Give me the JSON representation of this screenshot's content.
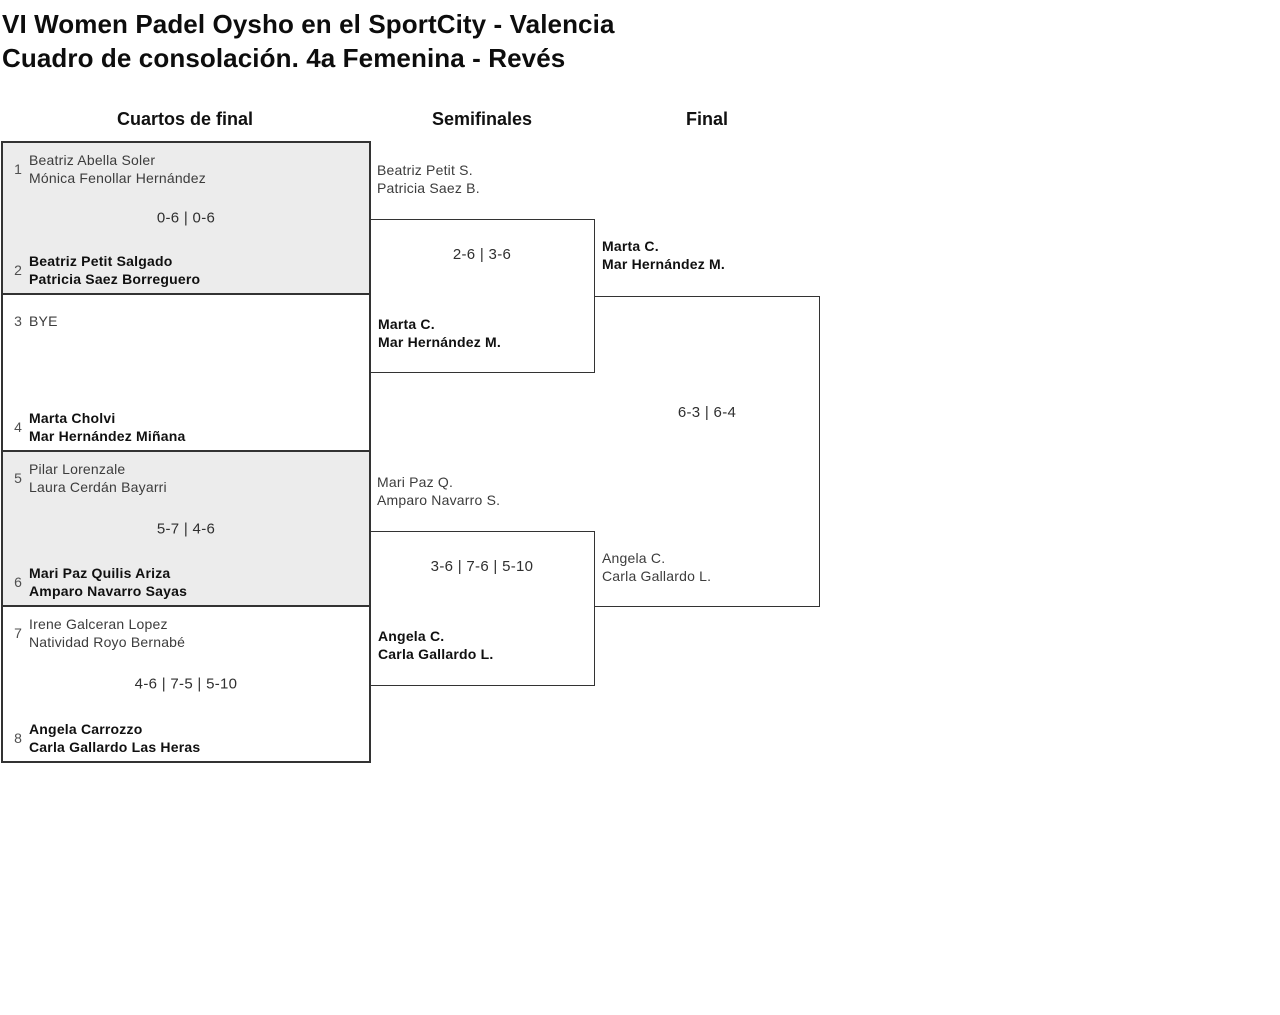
{
  "header": {
    "title_line1": "VI Women Padel Oysho en el SportCity - Valencia",
    "title_line2": "Cuadro de consolación. 4a Femenina - Revés"
  },
  "round_labels": {
    "quarterfinals": "Cuartos de final",
    "semifinals": "Semifinales",
    "final": "Final"
  },
  "bracket": {
    "quarterfinals": [
      {
        "top": {
          "seed": "1",
          "players": [
            "Beatriz Abella Soler",
            "Mónica Fenollar Hernández"
          ],
          "winner": false
        },
        "score": "0-6 | 0-6",
        "bottom": {
          "seed": "2",
          "players": [
            "Beatriz Petit Salgado",
            "Patricia Saez Borreguero"
          ],
          "winner": true
        }
      },
      {
        "top": {
          "seed": "3",
          "players": [
            "BYE"
          ],
          "winner": false
        },
        "score": "",
        "bottom": {
          "seed": "4",
          "players": [
            "Marta Cholvi",
            "Mar Hernández Miñana"
          ],
          "winner": true
        }
      },
      {
        "top": {
          "seed": "5",
          "players": [
            "Pilar Lorenzale",
            "Laura Cerdán Bayarri"
          ],
          "winner": false
        },
        "score": "5-7 | 4-6",
        "bottom": {
          "seed": "6",
          "players": [
            "Mari Paz Quilis Ariza",
            "Amparo Navarro Sayas"
          ],
          "winner": true
        }
      },
      {
        "top": {
          "seed": "7",
          "players": [
            "Irene Galceran Lopez",
            "Natividad Royo Bernabé"
          ],
          "winner": false
        },
        "score": "4-6 | 7-5 | 5-10",
        "bottom": {
          "seed": "8",
          "players": [
            "Angela Carrozzo",
            "Carla Gallardo Las Heras"
          ],
          "winner": true
        }
      }
    ],
    "semifinals": [
      {
        "top": {
          "players": [
            "Beatriz Petit S.",
            "Patricia Saez B."
          ],
          "winner": false
        },
        "score": "2-6 | 3-6",
        "bottom": {
          "players": [
            "Marta C.",
            "Mar Hernández M."
          ],
          "winner": true
        }
      },
      {
        "top": {
          "players": [
            "Mari Paz Q.",
            "Amparo Navarro S."
          ],
          "winner": false
        },
        "score": "3-6 | 7-6 | 5-10",
        "bottom": {
          "players": [
            "Angela C.",
            "Carla Gallardo L."
          ],
          "winner": true
        }
      }
    ],
    "final": {
      "top": {
        "players": [
          "Marta C.",
          "Mar Hernández M."
        ],
        "winner": true
      },
      "score": "6-3 | 6-4",
      "bottom": {
        "players": [
          "Angela C.",
          "Carla Gallardo L."
        ],
        "winner": false
      }
    }
  },
  "colors": {
    "match_alt_background": "#ececec",
    "border": "#333333",
    "winner_text": "#101010",
    "player_text": "#3c3c3c",
    "seed_text": "#4f4f4f",
    "score_text": "#2f2f2f"
  }
}
